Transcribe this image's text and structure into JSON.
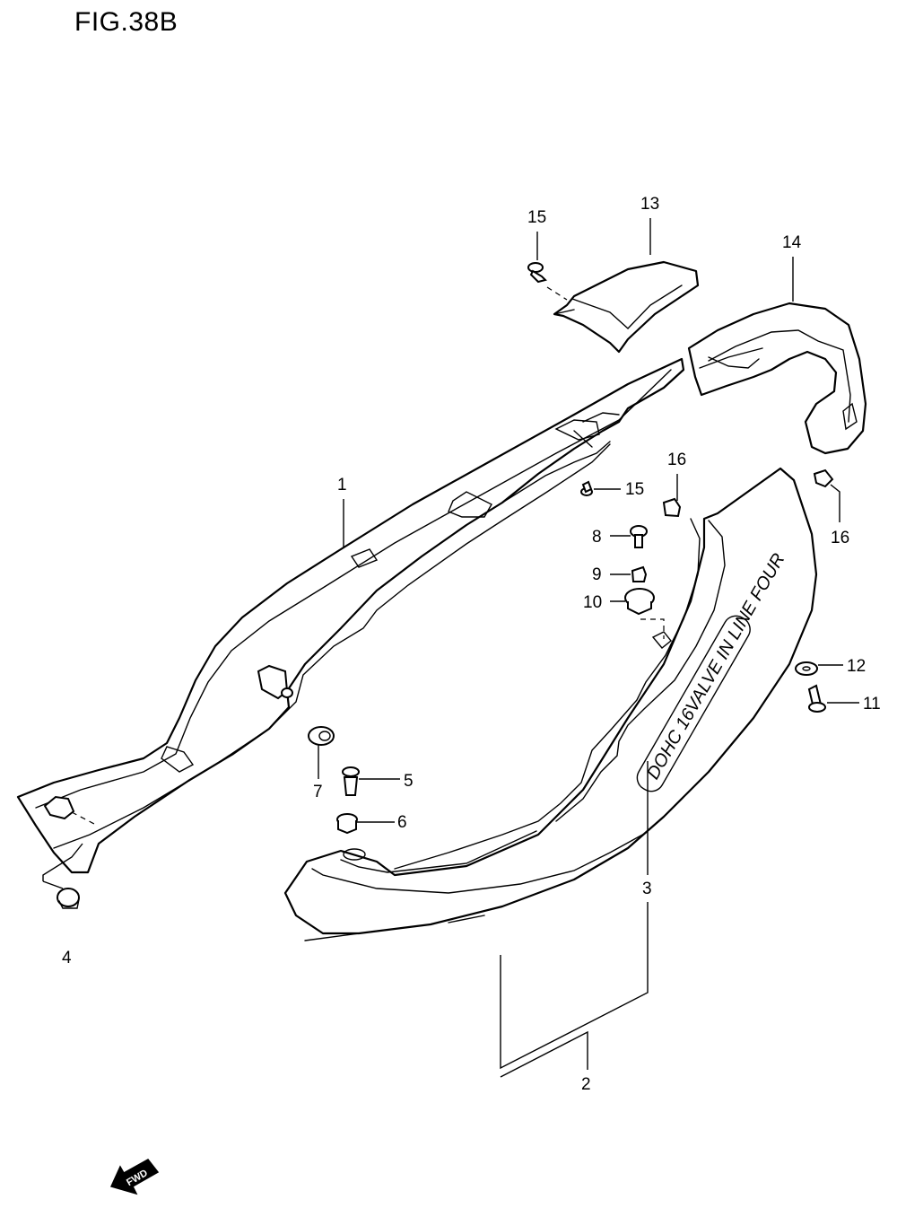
{
  "figure": {
    "title": "FIG.38B"
  },
  "callouts": [
    {
      "id": "c1",
      "label": "1"
    },
    {
      "id": "c2",
      "label": "2"
    },
    {
      "id": "c3",
      "label": "3"
    },
    {
      "id": "c4",
      "label": "4"
    },
    {
      "id": "c5",
      "label": "5"
    },
    {
      "id": "c6",
      "label": "6"
    },
    {
      "id": "c7",
      "label": "7"
    },
    {
      "id": "c8",
      "label": "8"
    },
    {
      "id": "c9",
      "label": "9"
    },
    {
      "id": "c10",
      "label": "10"
    },
    {
      "id": "c11",
      "label": "11"
    },
    {
      "id": "c12",
      "label": "12"
    },
    {
      "id": "c13",
      "label": "13"
    },
    {
      "id": "c14",
      "label": "14"
    },
    {
      "id": "c15a",
      "label": "15"
    },
    {
      "id": "c15b",
      "label": "15"
    },
    {
      "id": "c16a",
      "label": "16"
    },
    {
      "id": "c16b",
      "label": "16"
    }
  ],
  "decal_text": "DOHC 16VALVE IN LINE FOUR",
  "direction_arrow": {
    "label": "FWD",
    "icon": "fwd-arrow-icon"
  }
}
